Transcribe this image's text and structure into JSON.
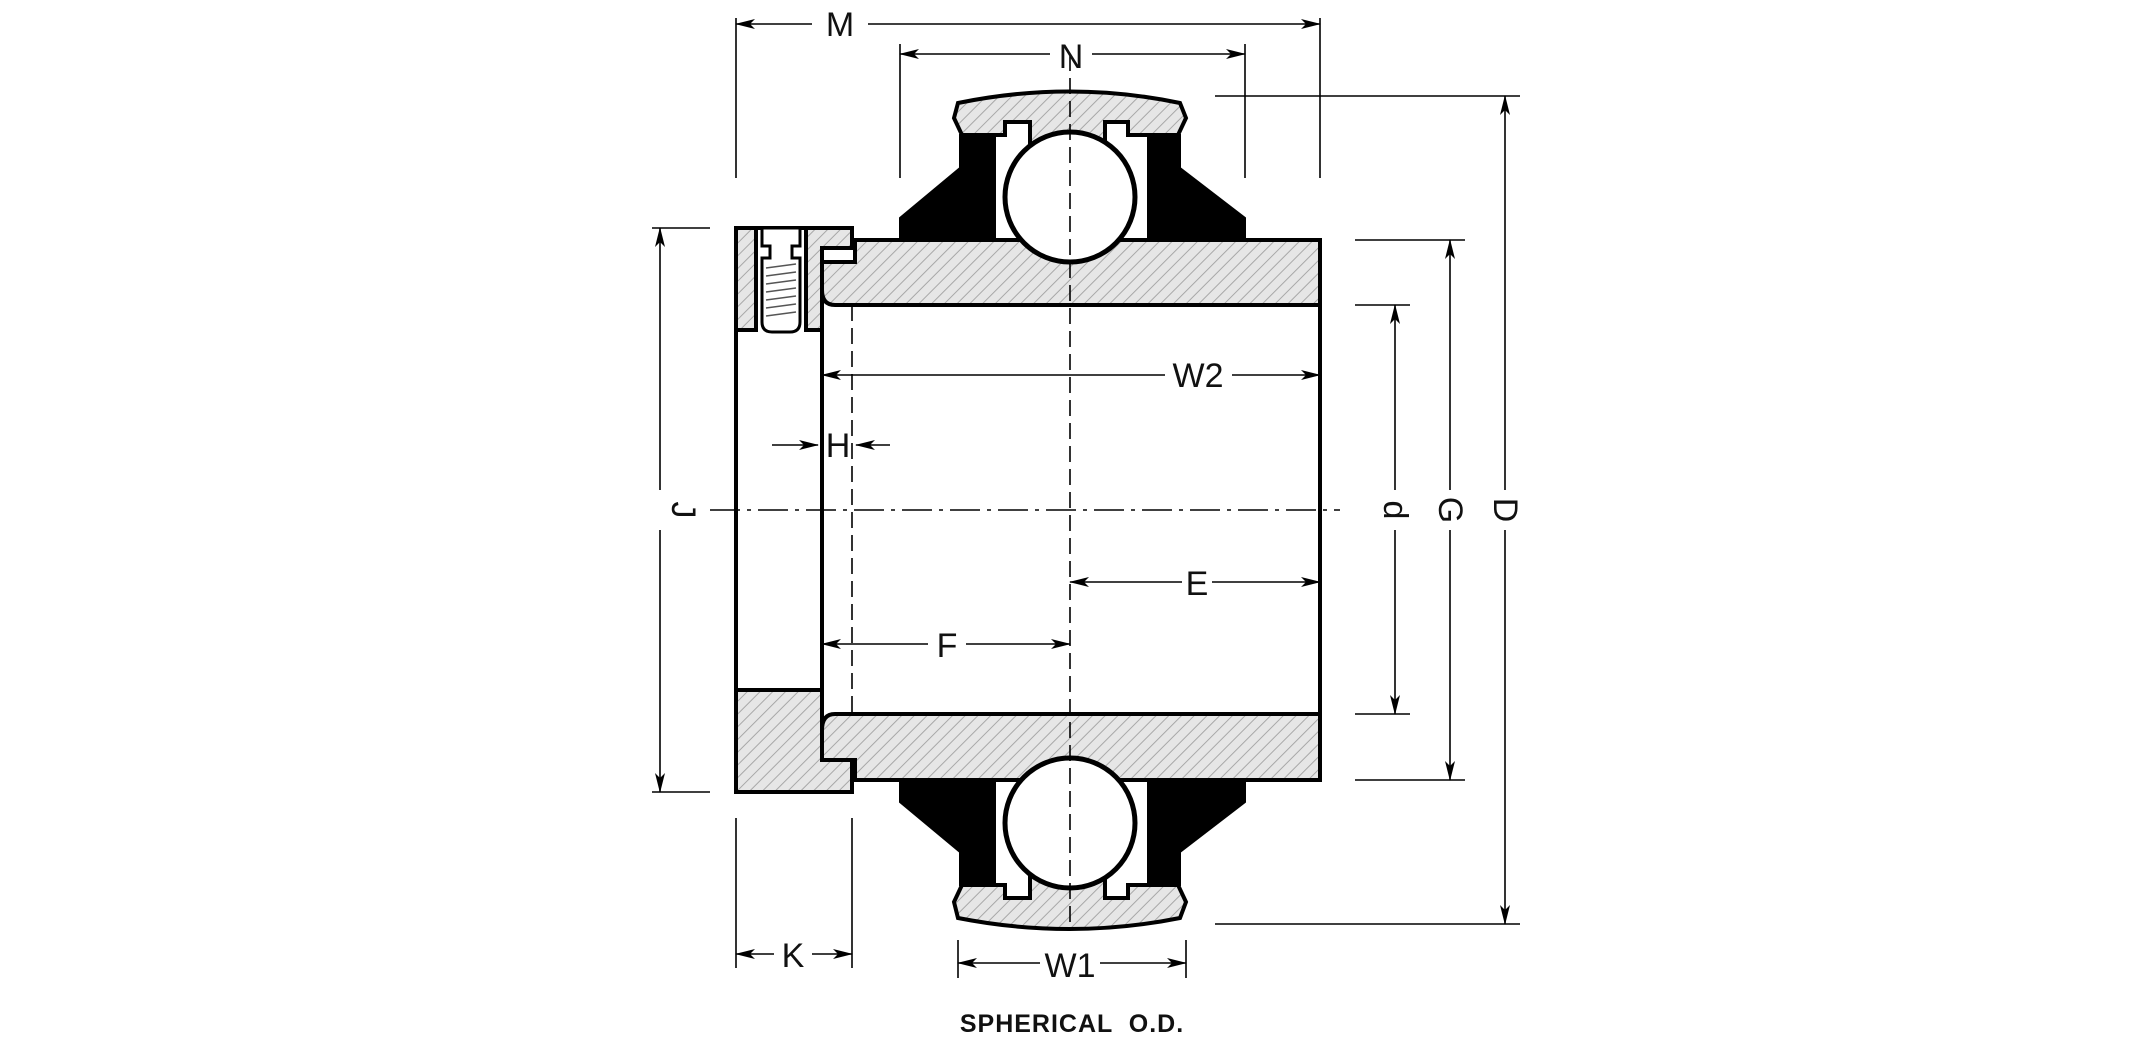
{
  "diagram": {
    "caption": "SPHERICAL  O.D.",
    "dimensions": {
      "M": "M",
      "N": "N",
      "W2": "W2",
      "H": "H",
      "J": "J",
      "E": "E",
      "F": "F",
      "K": "K",
      "W1": "W1",
      "d": "d",
      "G": "G",
      "D": "D"
    }
  }
}
